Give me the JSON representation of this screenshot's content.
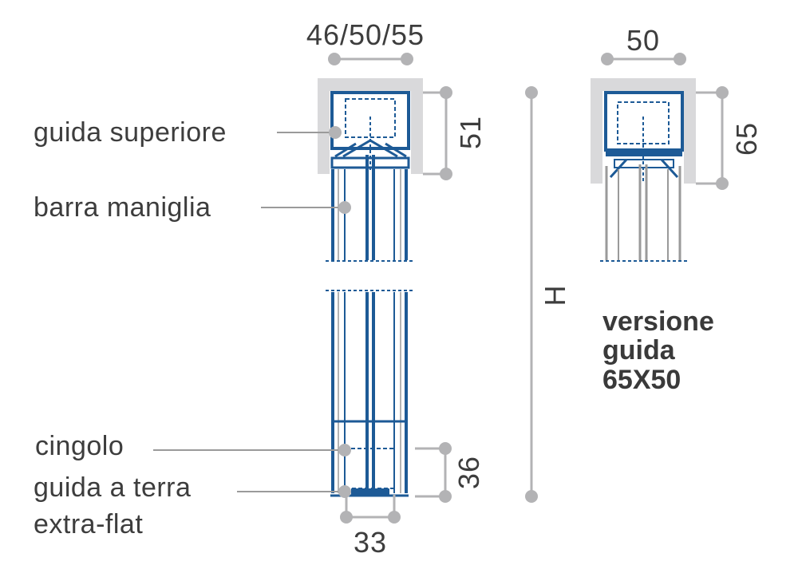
{
  "dimensions": {
    "top_width_left": "46/50/55",
    "top_width_right": "50",
    "height_left_top": "51",
    "height_right_top": "65",
    "height_total": "H",
    "height_bottom": "36",
    "bottom_width": "33"
  },
  "callouts": {
    "guida_superiore": "guida superiore",
    "barra_maniglia": "barra maniglia",
    "cingolo": "cingolo",
    "guida_a_terra_line1": "guida a terra",
    "guida_a_terra_line2": "extra-flat"
  },
  "variant_title": {
    "line1": "versione",
    "line2": "guida",
    "line3": "65X50"
  },
  "colors": {
    "profile_blue": "#1d5a96",
    "guide_grey": "#d9d9db",
    "dimension_grey": "#b3b3b5",
    "text": "#3d3d3d"
  }
}
